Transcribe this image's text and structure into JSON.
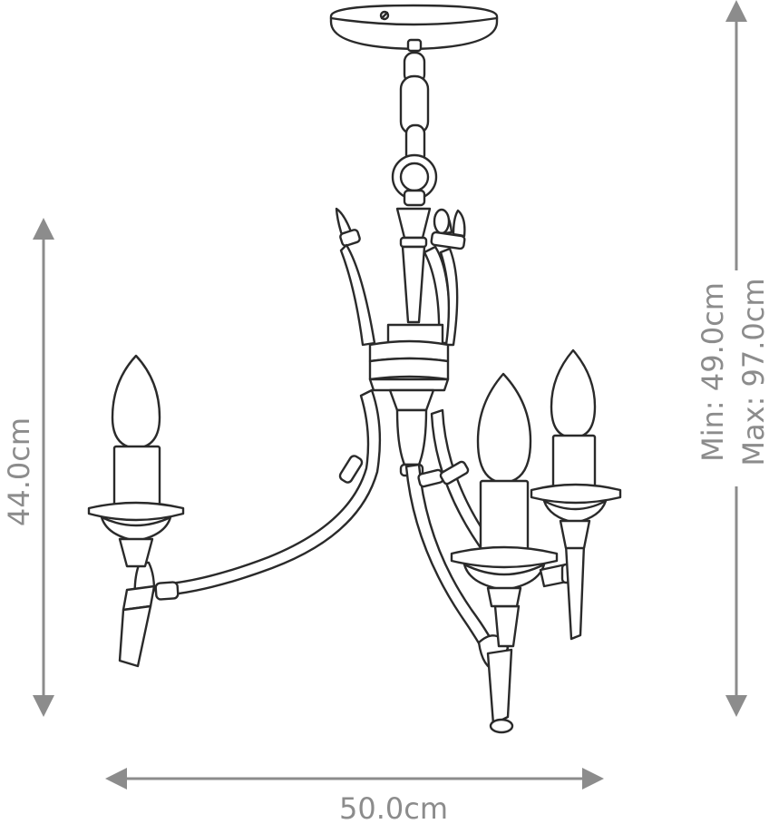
{
  "dimensions": {
    "height_label": "44.0cm",
    "width_label": "50.0cm",
    "drop_min_label": "Min: 49.0cm",
    "drop_max_label": "Max: 97.0cm"
  },
  "colors": {
    "dimension": "#8c8c8c",
    "outline": "#2a2a2a",
    "background": "#ffffff"
  }
}
